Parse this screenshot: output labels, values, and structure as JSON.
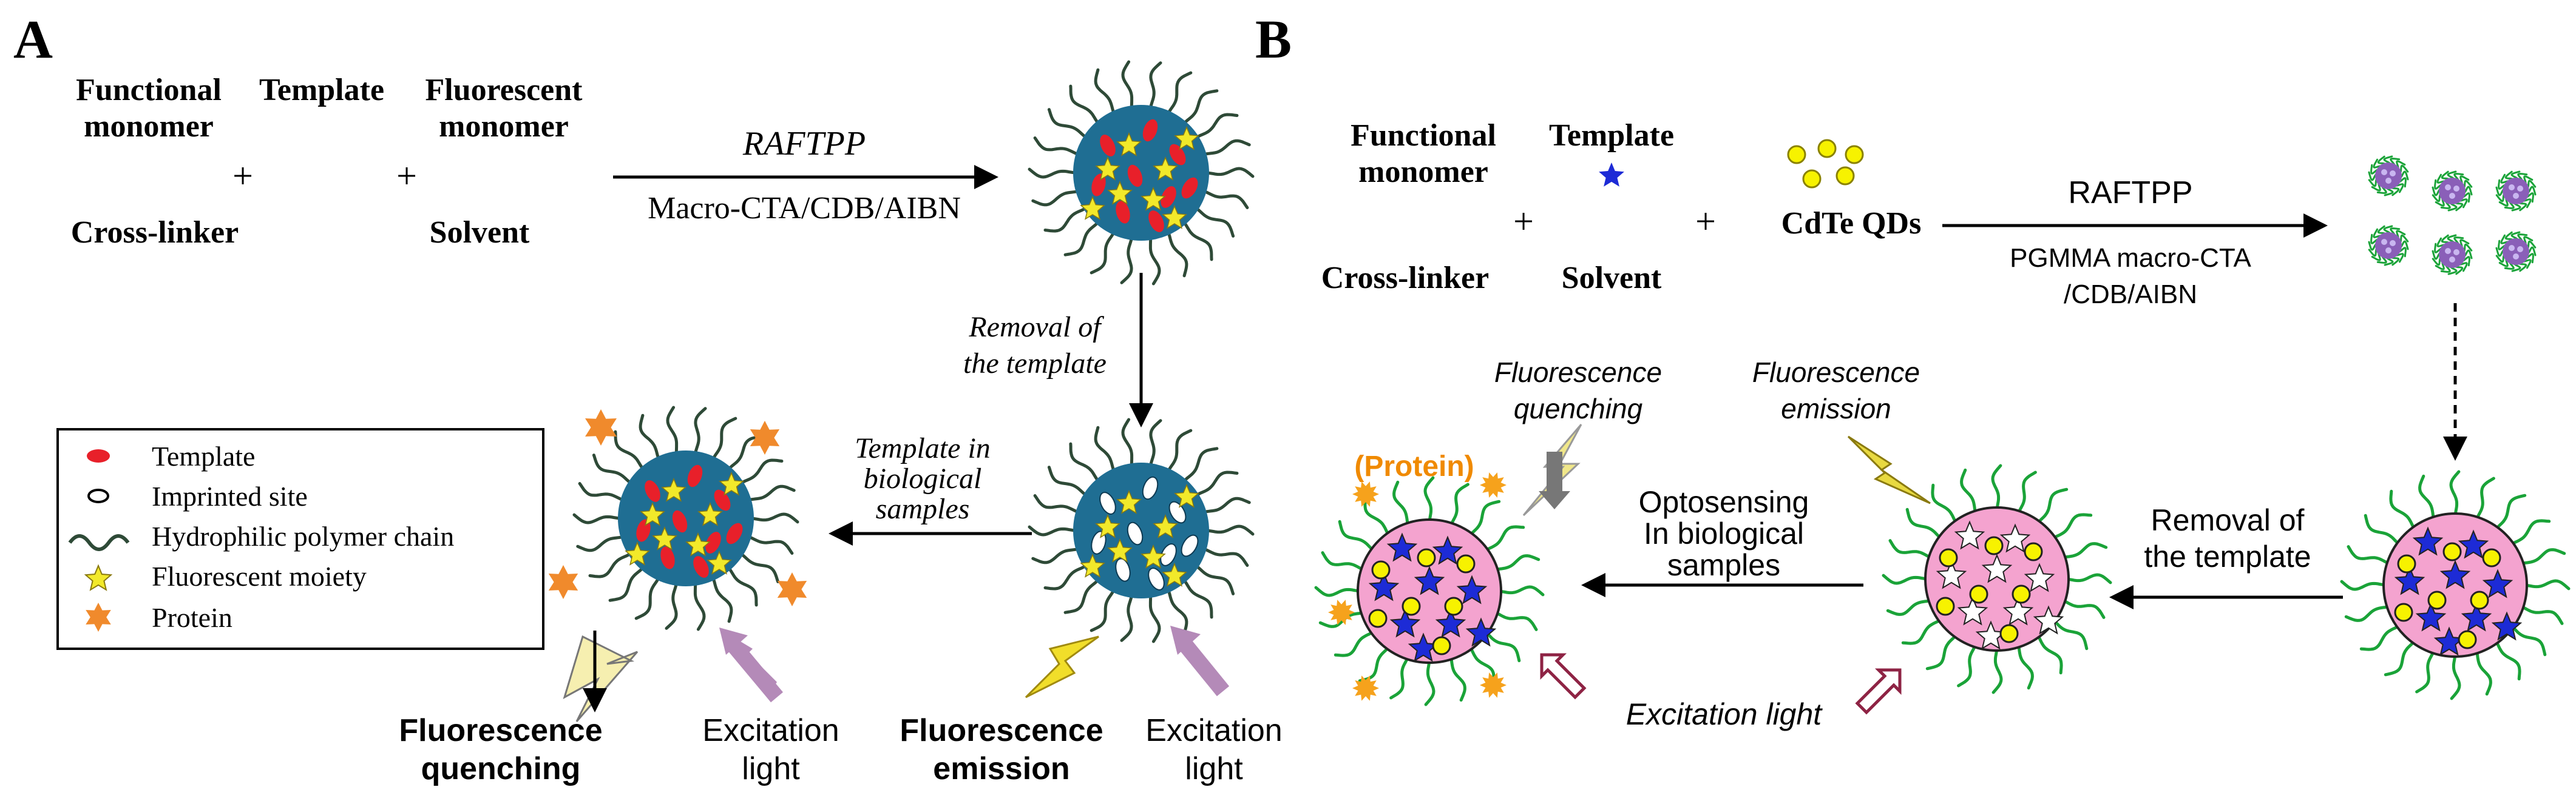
{
  "panel_a": {
    "label": "A",
    "reagents": {
      "functional_monomer_1": "Functional",
      "functional_monomer_2": "monomer",
      "template": "Template",
      "fluorescent_monomer_1": "Fluorescent",
      "fluorescent_monomer_2": "monomer",
      "plus_1": "+",
      "plus_2": "+",
      "cross_linker": "Cross-linker",
      "solvent": "Solvent"
    },
    "arrow_top": {
      "method": "RAFTPP",
      "conditions": "Macro-CTA/CDB/AIBN"
    },
    "arrow_down": {
      "line1": "Removal of",
      "line2": "the template"
    },
    "arrow_left": {
      "line1": "Template in",
      "line2": "biological",
      "line3": "samples"
    },
    "legend": [
      {
        "label": "Template"
      },
      {
        "label": "Imprinted site"
      },
      {
        "label": "Hydrophilic polymer chain"
      },
      {
        "label": "Fluorescent moiety"
      },
      {
        "label": "Protein"
      }
    ],
    "captions": {
      "quenching_1": "Fluorescence",
      "quenching_2": "quenching",
      "excitation_left_1": "Excitation",
      "excitation_left_2": "light",
      "emission_1": "Fluorescence",
      "emission_2": "emission",
      "excitation_right_1": "Excitation",
      "excitation_right_2": "light"
    },
    "colors": {
      "core": "#1f6e93",
      "chain": "#2e4a37",
      "template": "#e8202a",
      "star": "#f2e92a",
      "protein": "#f08a2c",
      "excitation": "#b48ab8",
      "lightning": "#f6efb0"
    }
  },
  "panel_b": {
    "label": "B",
    "reagents": {
      "functional_monomer_1": "Functional",
      "functional_monomer_2": "monomer",
      "template": "Template",
      "qds": "CdTe QDs",
      "plus_1": "+",
      "plus_2": "+",
      "cross_linker": "Cross-linker",
      "solvent": "Solvent"
    },
    "arrow_top": {
      "method": "RAFTPP",
      "conditions_1": "PGMMA macro-CTA",
      "conditions_2": "/CDB/AIBN"
    },
    "arrow_left_1": {
      "line1": "Removal of",
      "line2": "the template"
    },
    "arrow_left_2": {
      "line1": "Optosensing",
      "line2": "In biological",
      "line3": "samples"
    },
    "captions": {
      "protein": "(Protein)",
      "quenching_1": "Fluorescence",
      "quenching_2": "quenching",
      "emission_1": "Fluorescence",
      "emission_2": "emission",
      "excitation": "Excitation light"
    },
    "colors": {
      "core": "#f4a3cf",
      "chain": "#1aa338",
      "qd": "#f7f200",
      "star": "#1d2bd6",
      "protein": "#f6a21c",
      "small_core": "#8a5fb8",
      "excitation": "#8e2344",
      "lightning": "#e8d940"
    }
  }
}
